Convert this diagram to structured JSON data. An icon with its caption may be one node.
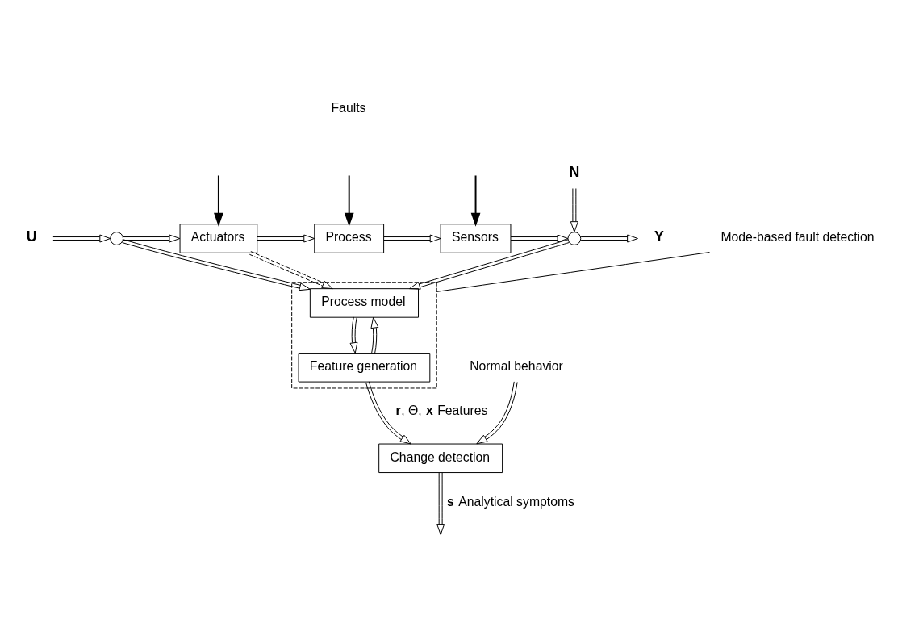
{
  "diagram": {
    "nodes": [
      {
        "text": [
          "U"
        ]
      },
      {
        "text": [],
        "shape": "circle"
      },
      {
        "text": [
          "Actuators"
        ]
      },
      {
        "text": [
          "Process"
        ]
      },
      {
        "text": [
          "Sensors"
        ]
      },
      {
        "text": [],
        "shape": "circle"
      },
      {
        "text": [
          "Y"
        ]
      },
      {
        "text": [
          "N"
        ]
      },
      {
        "text": [],
        "shape": "box"
      },
      {
        "text": [
          "Process model"
        ],
        "in": 8
      },
      {
        "text": [
          "Feature generation"
        ],
        "in": 8
      },
      {
        "text": [
          "Mode-based fault detection"
        ]
      },
      {
        "text": [
          "Change detection"
        ]
      },
      {
        "text": [
          "Normal behavior"
        ]
      }
    ],
    "edges": [
      {
        "from": 0,
        "to": 1,
        "arrow": "to"
      },
      {
        "from": 1,
        "to": 2,
        "arrow": "to"
      },
      {
        "from": 2,
        "to": 3,
        "arrow": "to"
      },
      {
        "from": 3,
        "to": 4,
        "arrow": "to"
      },
      {
        "from": 4,
        "to": 5,
        "arrow": "to"
      },
      {
        "from": 5,
        "to": 6,
        "arrow": "to"
      },
      {
        "from": 7,
        "to": 5,
        "arrow": "to"
      },
      {
        "from": null,
        "to": 2,
        "arrow": "to"
      },
      {
        "from": null,
        "to": 3,
        "arrow": "to"
      },
      {
        "from": null,
        "to": 4,
        "arrow": "to"
      },
      {
        "from": 2,
        "to": 9,
        "arrow": "to",
        "style": "dashed"
      },
      {
        "from": 1,
        "to": 9,
        "arrow": "to"
      },
      {
        "from": 5,
        "to": 9,
        "arrow": "to"
      },
      {
        "from": 9,
        "to": 10,
        "arrow": "to"
      },
      {
        "from": 10,
        "to": 9,
        "arrow": "to"
      },
      {
        "from": 11,
        "to": 8,
        "arrow": "none"
      },
      {
        "from": 10,
        "to": 12,
        "arrow": "to",
        "label": "**r**, Θ, **x** Features"
      },
      {
        "from": 13,
        "to": 12,
        "arrow": "to"
      },
      {
        "from": 12,
        "to": null,
        "arrow": "to",
        "label": "**s** Analytical symptoms"
      }
    ],
    "labels": [
      "Faults"
    ]
  }
}
